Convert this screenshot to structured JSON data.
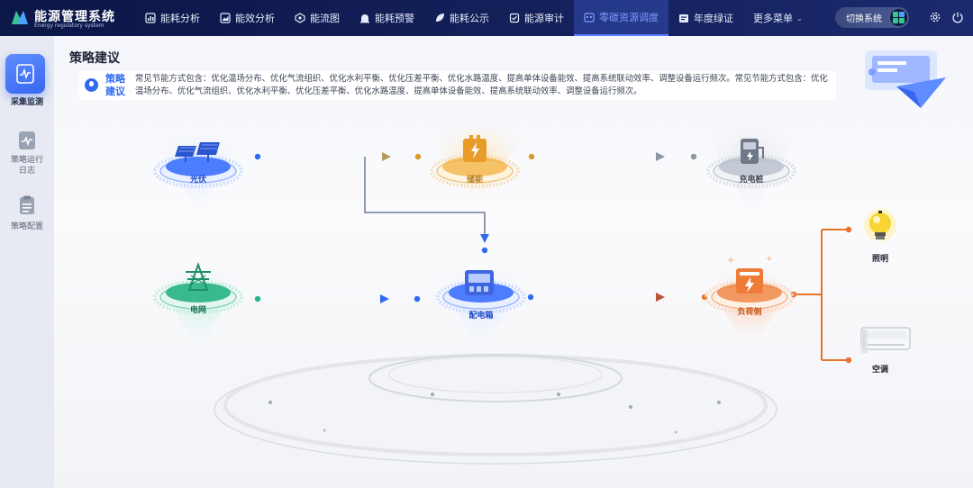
{
  "app": {
    "title": "能源管理系统",
    "subtitle": "Energy regulatory system"
  },
  "nav": [
    {
      "label": "能耗分析",
      "icon": "bar-chart-icon"
    },
    {
      "label": "能效分析",
      "icon": "area-chart-icon"
    },
    {
      "label": "能流图",
      "icon": "flow-icon"
    },
    {
      "label": "能耗预警",
      "icon": "alarm-icon"
    },
    {
      "label": "能耗公示",
      "icon": "leaf-icon"
    },
    {
      "label": "能源审计",
      "icon": "audit-icon"
    },
    {
      "label": "零碳资源调度",
      "icon": "calendar-icon",
      "active": true
    },
    {
      "label": "年度绿证",
      "icon": "certificate-icon"
    },
    {
      "label": "更多菜单",
      "icon": "chevron-down-icon"
    }
  ],
  "header_right": {
    "switch_label": "切换系统"
  },
  "sidebar": {
    "items": [
      {
        "label": "采集监测",
        "active": true
      },
      {
        "label": "策略运行日志"
      },
      {
        "label": "策略配置"
      }
    ]
  },
  "page": {
    "title": "策略建议",
    "advice_label": "策略建议",
    "advice_text": "常见节能方式包含：优化温场分布、优化气流组织、优化水利平衡、优化压差平衡、优化水路温度、提高单体设备能效、提高系统联动效率、调整设备运行频次。常见节能方式包含：优化温场分布、优化气流组织、优化水利平衡、优化压差平衡、优化水路温度、提高单体设备能效、提高系统联动效率、调整设备运行频次。"
  },
  "nodes": {
    "pv": "光伏",
    "storage": "储能",
    "charger": "充电桩",
    "grid": "电网",
    "distribution": "配电箱",
    "load": "负荷侧",
    "lighting": "照明",
    "ac": "空调"
  },
  "colors": {
    "accent": "#3767f0",
    "pv": "#2f6af0",
    "storage": "#d99a2b",
    "charger": "#707a8a",
    "grid": "#28b58a",
    "load": "#e8742c",
    "topbar": "#0b1747"
  }
}
